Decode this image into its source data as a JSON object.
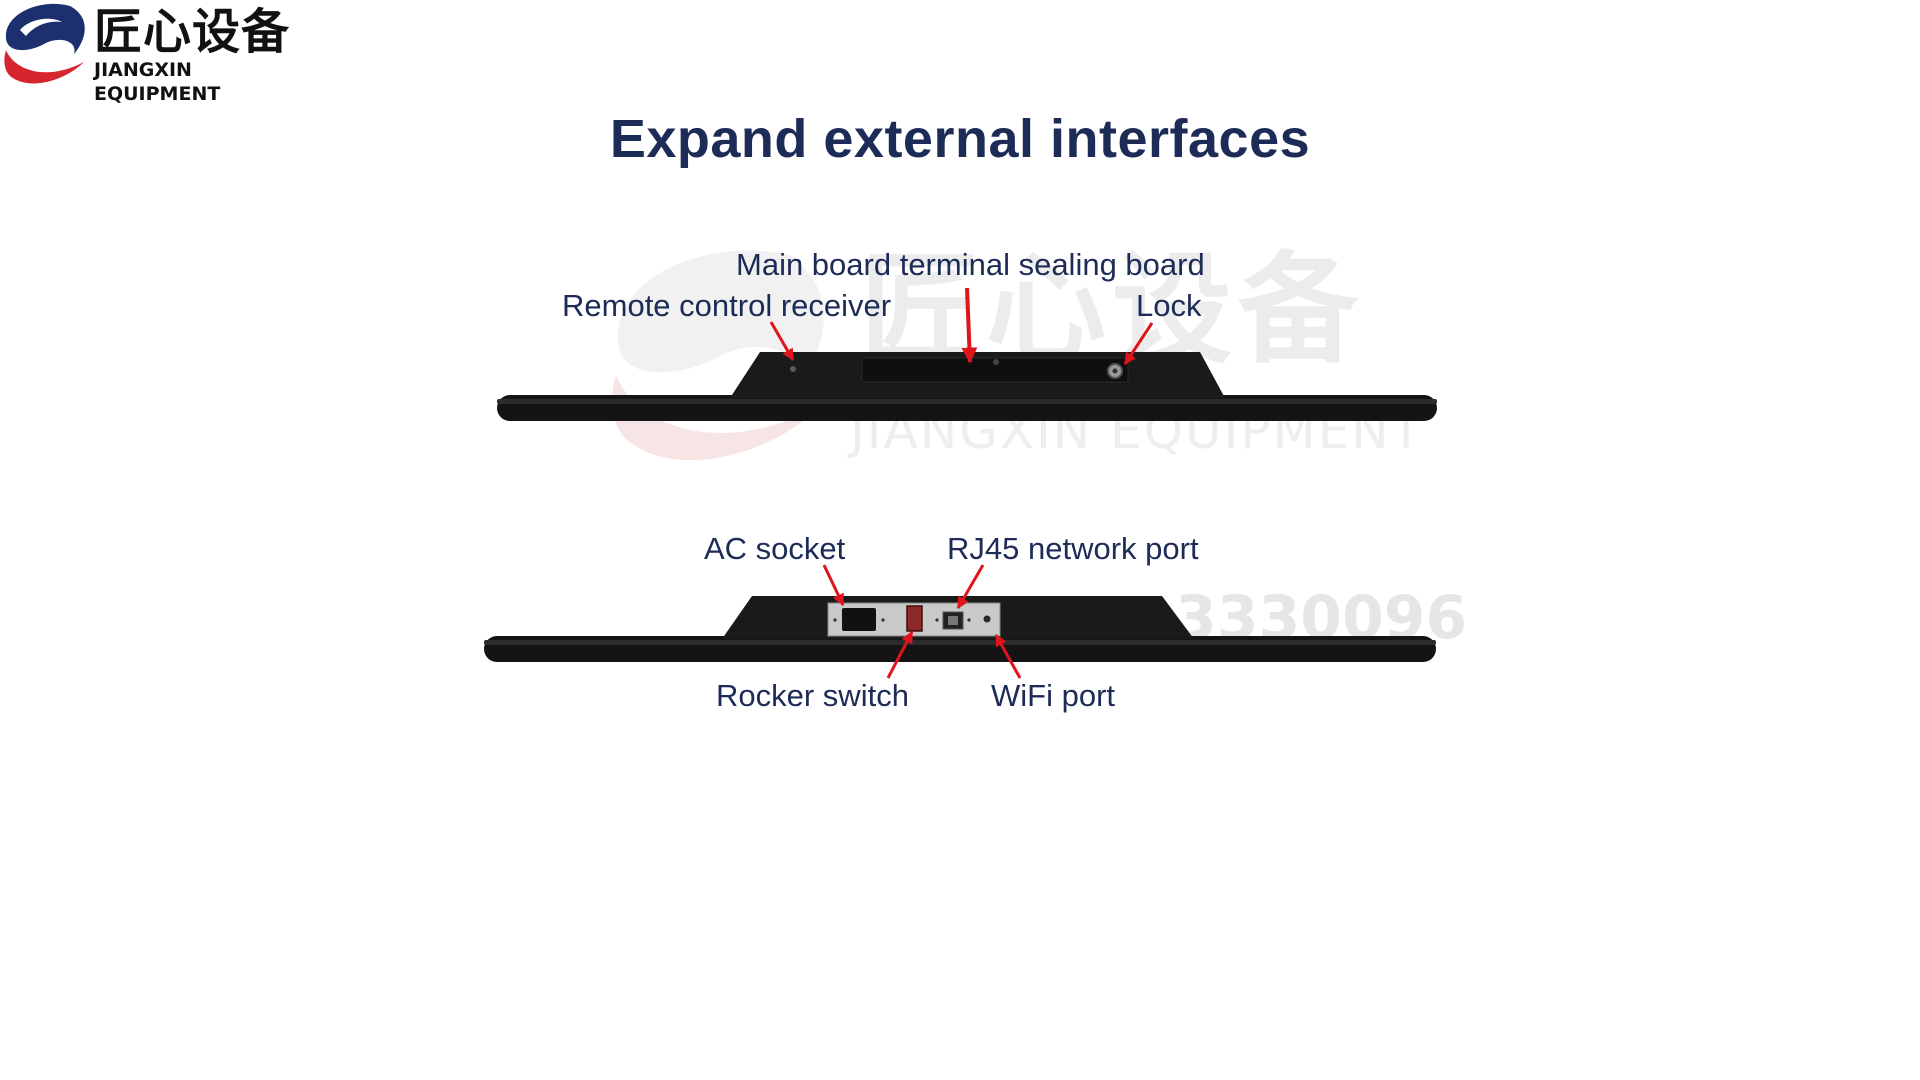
{
  "logo": {
    "name_cn": "匠心设备",
    "name_en": "JIANGXIN EQUIPMENT"
  },
  "title": "Expand external interfaces",
  "watermark": {
    "name_cn": "匠心设备",
    "name_en": "JIANGXIN EQUIPMENT",
    "number": "3330096"
  },
  "top_view": {
    "labels": {
      "main_board": "Main board terminal sealing board",
      "remote": "Remote control receiver",
      "lock": "Lock"
    }
  },
  "bottom_view": {
    "labels": {
      "ac_socket": "AC socket",
      "rj45": "RJ45 network port",
      "rocker": "Rocker switch",
      "wifi": "WiFi port"
    }
  },
  "colors": {
    "title": "#1d2b57",
    "arrow": "#e0141c",
    "device": "#141414",
    "logo_blue": "#1c2f6e",
    "logo_red": "#d6262d"
  }
}
